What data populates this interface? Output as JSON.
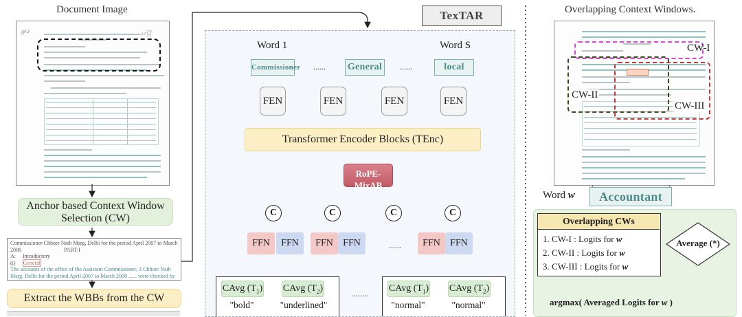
{
  "left": {
    "title": "Document Image",
    "step1": "Anchor based Context Window Selection (CW)",
    "step2": "Extract the WBBs from the CW",
    "crop_line1": "Commissioner Chhote Nath Marg, Delhi for the period April 2007 to March",
    "crop_line2": "2008",
    "crop_part": "PART-I",
    "crop_a": "A:",
    "crop_intro": "Introductory",
    "crop_b": "(i)",
    "crop_general": "General",
    "crop_line3": "The accounts of the office of the Assistant Commissioner, 3 Chhote Nath",
    "crop_line4": "Marg, Delhi for the period April 2007 to March 2008 ...... were checked by"
  },
  "middle": {
    "title": "TexTAR",
    "word1": "Word 1",
    "wordS": "Word S",
    "tokens": [
      "Commissioner",
      "General",
      "local"
    ],
    "ellipsis": "......",
    "fen": "FEN",
    "tenc": "Transformer Encoder Blocks (TEnc)",
    "rope": "RoPE-MixAB",
    "c": "C",
    "ffn": "FFN",
    "cavg1": "CAvg (T",
    "cavg2": "CAvg (T",
    "sub1": "1",
    "sub2": "2",
    "close": ")",
    "labels": [
      "\"bold\"",
      "\"underlined\"",
      "\"normal\"",
      "\"normal\""
    ],
    "dots": "........"
  },
  "right": {
    "title": "Overlapping Context Windows.",
    "cw1": "CW-I",
    "cw2": "CW-II",
    "cw3": "CW-III",
    "word_label": "Word",
    "word_var": "w",
    "word_token": "Accountant",
    "box_title": "Overlapping CWs",
    "items": [
      {
        "n": "1. CW-I : Logits for ",
        "v": "w"
      },
      {
        "n": "2. CW-II : Logits for ",
        "v": "w"
      },
      {
        "n": "3. CW-III : Logits for ",
        "v": "w"
      }
    ],
    "average": "Average (*)",
    "argmax_pre": "argmax( Averaged Logits for ",
    "argmax_var": "w",
    "argmax_post": " )"
  },
  "colors": {
    "teal": "#8fc3c2",
    "green": "#e2f0dc",
    "yellow": "#fcefc6",
    "rope": "#c96a72",
    "ffn_red": "#f5c8c8",
    "ffn_blue": "#cdd9f0"
  }
}
